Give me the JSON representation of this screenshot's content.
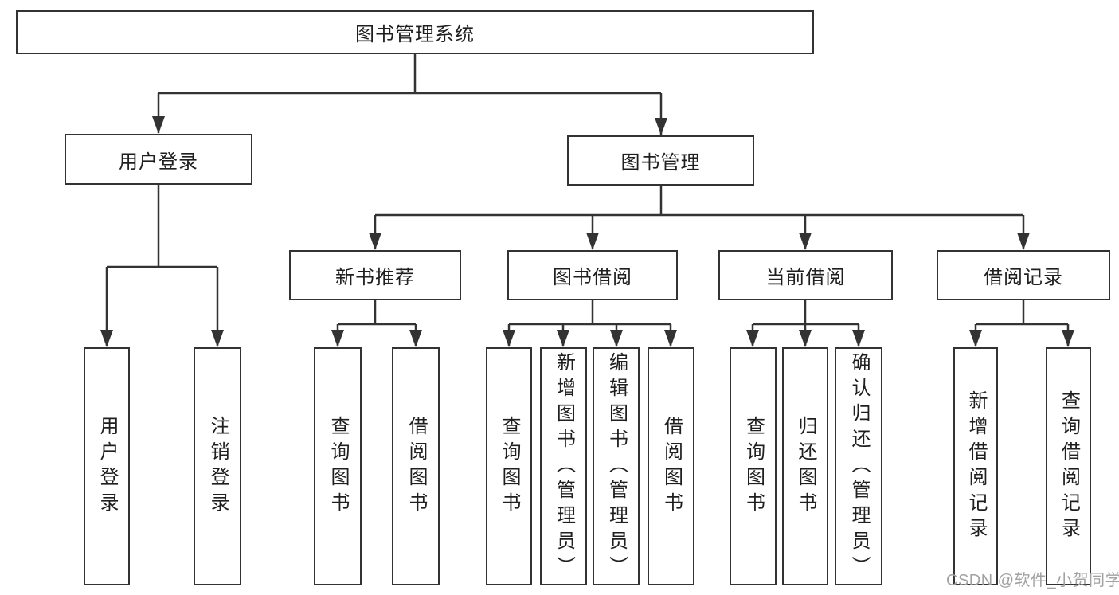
{
  "title": "图书管理系统",
  "watermark": "CSDN @软件_小贺同学",
  "colors": {
    "line": "#333333",
    "text": "#1f1f1f",
    "background": "#ffffff",
    "watermark": "#a2a2a2"
  },
  "tree": {
    "root": "图书管理系统",
    "branches": [
      {
        "label": "用户登录",
        "children": [
          "用户登录",
          "注销登录"
        ]
      },
      {
        "label": "图书管理",
        "children": [
          {
            "label": "新书推荐",
            "children": [
              "查询图书",
              "借阅图书"
            ]
          },
          {
            "label": "图书借阅",
            "children": [
              "查询图书",
              "新增图书（管理员）",
              "编辑图书（管理员）",
              "借阅图书"
            ]
          },
          {
            "label": "当前借阅",
            "children": [
              "查询图书",
              "归还图书",
              "确认归还（管理员）"
            ]
          },
          {
            "label": "借阅记录",
            "children": [
              "新增借阅记录",
              "查询借阅记录"
            ]
          }
        ]
      }
    ]
  }
}
